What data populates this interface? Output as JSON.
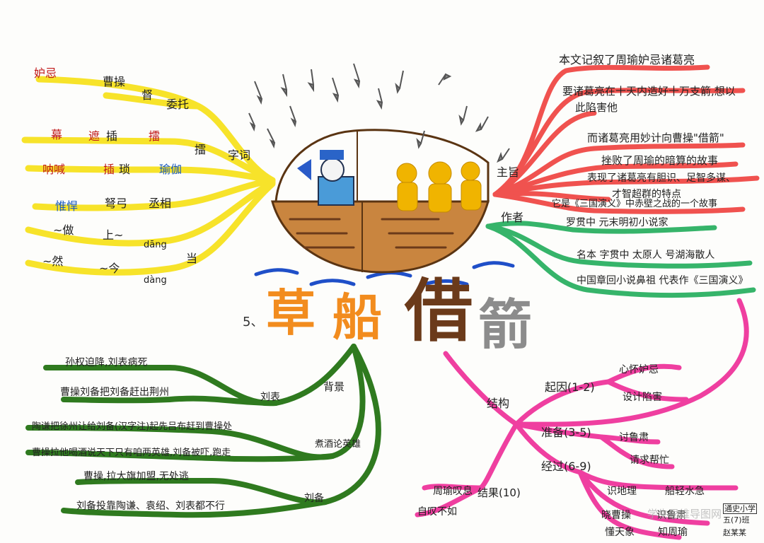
{
  "title": {
    "number": "5、",
    "chars": [
      "草",
      "船",
      "借",
      "箭"
    ],
    "colors": [
      "#f28c1e",
      "#f28c1e",
      "#6b3a1a",
      "#8c8c8c"
    ]
  },
  "colors": {
    "yellow": "#f7e32a",
    "red": "#f0524f",
    "green_top": "#36b46a",
    "pink": "#ef3fa0",
    "dark_green": "#2f7a1f",
    "boat": "#c9853f",
    "figure": "#f0b400",
    "water": "#1f4fc8"
  },
  "yellow_branch": {
    "root": "字词",
    "items": [
      [
        "妒忌",
        "曹操",
        "督",
        "委托"
      ],
      [
        "幕",
        "遮",
        "插",
        "擂"
      ],
      [
        "呐喊",
        "插",
        "琐",
        "瑜伽"
      ],
      [
        "惟悍",
        "弩弓",
        "丞相"
      ],
      [
        "~做",
        "上~"
      ],
      [
        "~然",
        "~今"
      ]
    ],
    "pinyin": [
      "dāng",
      "dàng"
    ],
    "pinyin_root": "当",
    "right_word": "擂"
  },
  "red_branch": {
    "root": "主旨",
    "lines": [
      "本文记叙了周瑜妒忌诸葛亮",
      "要诸葛亮在十天内造好十万支箭,想以",
      "此陷害他",
      "而诸葛亮用妙计向曹操\"借箭\"",
      "挫败了周瑜的暗算的故事",
      "表现了诸葛亮有胆识、足智多谋、",
      "才智超群的特点",
      "它是《三国演义》中赤壁之战的一个故事"
    ]
  },
  "green_branch": {
    "root": "作者",
    "lines": [
      "罗贯中    元末明初小说家",
      "名本  字贯中  太原人  号湖海散人",
      "中国章回小说鼻祖  代表作《三国演义》"
    ]
  },
  "pink_branch": {
    "root": "结构",
    "nodes": [
      {
        "label": "起因(1-2)",
        "subs": [
          "心怀妒忌",
          "设计陷害"
        ]
      },
      {
        "label": "准备(3-5)",
        "subs": [
          "讨鲁肃",
          "请求帮忙"
        ]
      },
      {
        "label": "经过(6-9)",
        "subs": [
          "识地理",
          "晓曹操",
          "懂天象",
          "船轻水急",
          "识鲁肃",
          "知周瑜"
        ]
      },
      {
        "label": "结果(10)",
        "subs": [
          "周瑜叹息",
          "自叹不如"
        ]
      }
    ],
    "stamp": [
      "通史小学",
      "五(7)班",
      "赵某某"
    ],
    "watermark": "学生思维导图网"
  },
  "dark_green_branch": {
    "root": "背景",
    "nodes": [
      {
        "label": "刘表",
        "subs": [
          "孙权迫降,刘表病死",
          "曹操刘备把刘备赶出荆州"
        ]
      },
      {
        "label": "煮酒论英雄",
        "subs": [
          "陶谦把徐州让给刘备(汉字注)起先吕布赶到曹操处",
          "曹操拉他喝酒说天下只有咱两英雄,刘备被吓,跑走"
        ]
      },
      {
        "label": "刘备",
        "subs": [
          "曹操,拉大旗加盟,无处逃",
          "刘备投靠陶谦、袁绍、刘表都不行"
        ]
      }
    ]
  }
}
